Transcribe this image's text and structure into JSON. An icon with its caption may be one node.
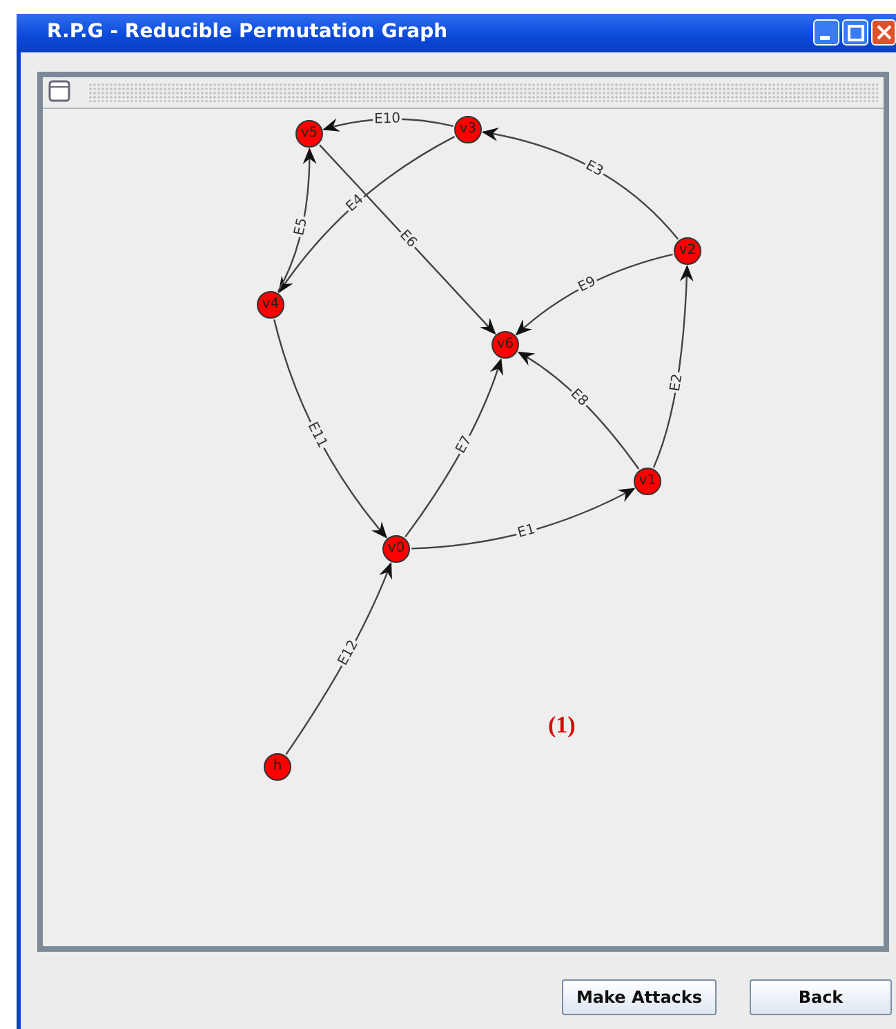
{
  "diagram": {
    "title": "R.P.G - Reducible Permutation Graph",
    "nodes": [
      {
        "text": [
          "v5"
        ]
      },
      {
        "text": [
          "v3"
        ]
      },
      {
        "text": [
          "v2"
        ]
      },
      {
        "text": [
          "v4"
        ]
      },
      {
        "text": [
          "v6"
        ]
      },
      {
        "text": [
          "v1"
        ]
      },
      {
        "text": [
          "v0"
        ]
      },
      {
        "text": [
          "h"
        ]
      }
    ],
    "edges": [
      {
        "from": 6,
        "to": 5,
        "arrow": "to",
        "label": "E1"
      },
      {
        "from": 5,
        "to": 2,
        "arrow": "to",
        "label": "E2"
      },
      {
        "from": 2,
        "to": 1,
        "arrow": "to",
        "label": "E3"
      },
      {
        "from": 1,
        "to": 3,
        "arrow": "to",
        "label": "E4"
      },
      {
        "from": 3,
        "to": 0,
        "arrow": "to",
        "label": "E5"
      },
      {
        "from": 0,
        "to": 4,
        "arrow": "to",
        "label": "E6"
      },
      {
        "from": 6,
        "to": 4,
        "arrow": "to",
        "label": "E7"
      },
      {
        "from": 5,
        "to": 4,
        "arrow": "to",
        "label": "E8"
      },
      {
        "from": 2,
        "to": 4,
        "arrow": "to",
        "label": "E9"
      },
      {
        "from": 1,
        "to": 0,
        "arrow": "to",
        "label": "E10"
      },
      {
        "from": 3,
        "to": 6,
        "arrow": "to",
        "label": "E11"
      },
      {
        "from": 7,
        "to": 6,
        "arrow": "to",
        "label": "E12"
      }
    ],
    "labels": [
      "(1)",
      "Make Attacks",
      "Back"
    ]
  }
}
